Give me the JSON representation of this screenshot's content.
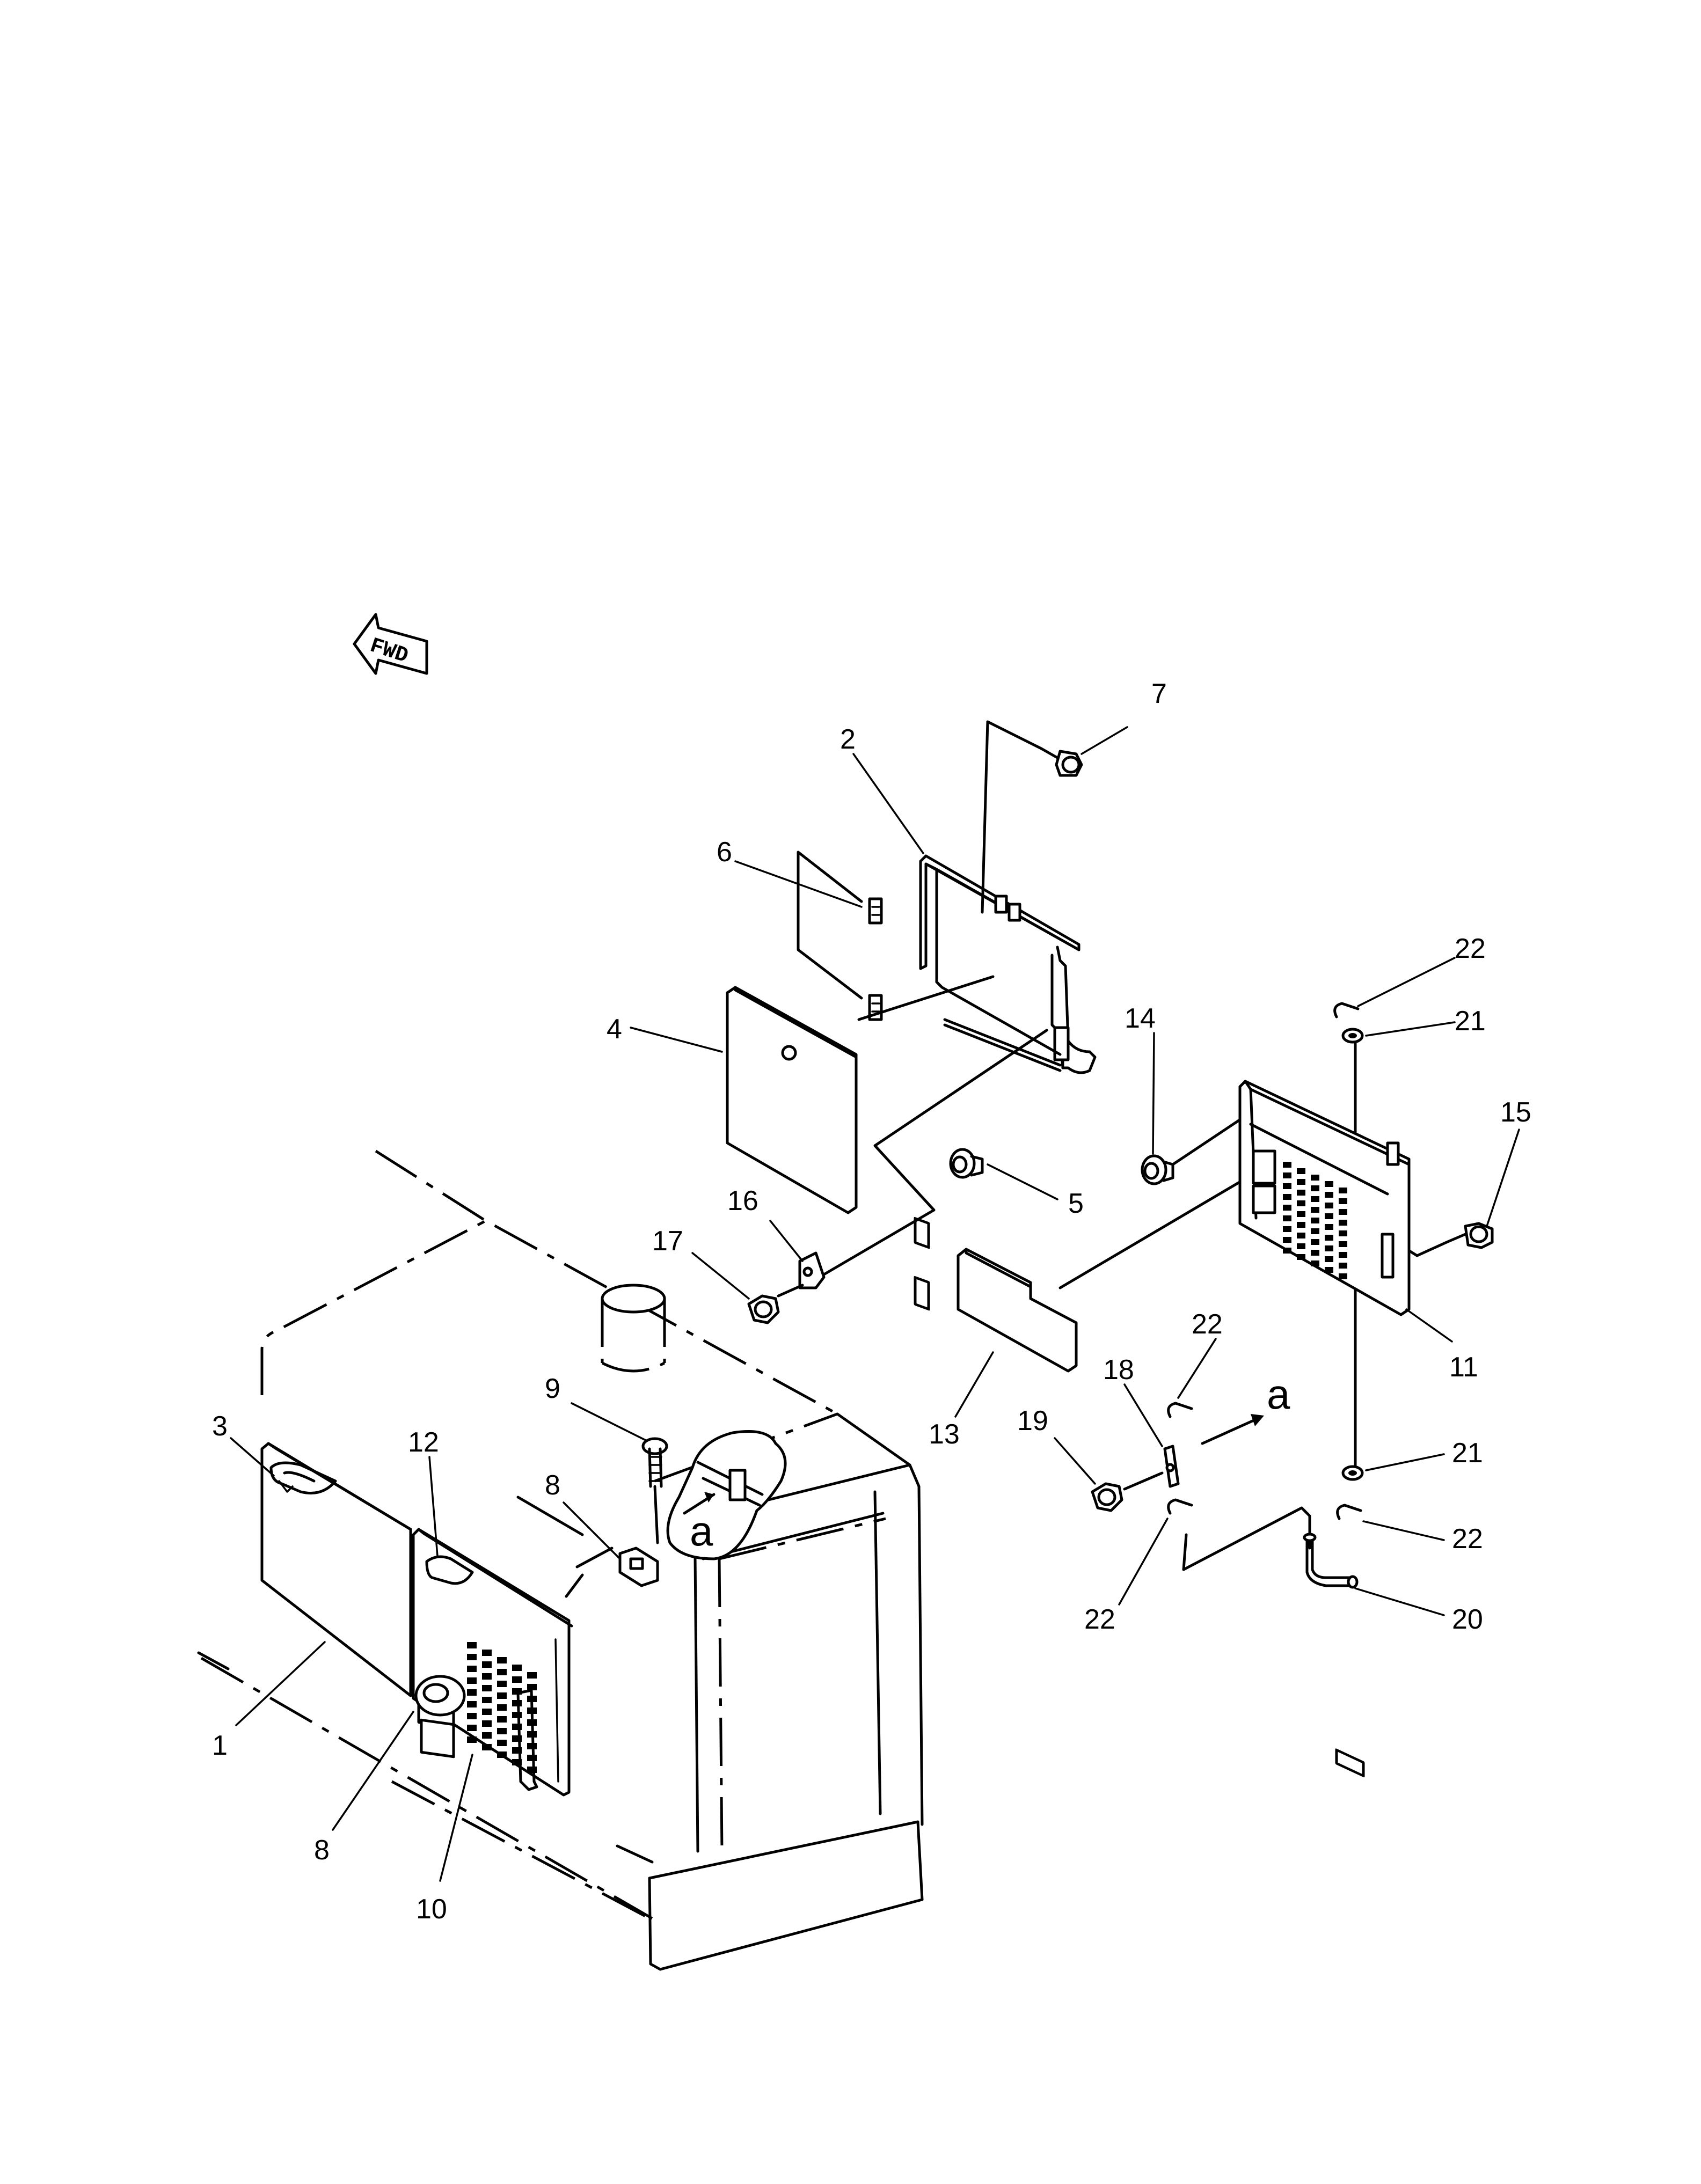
{
  "direction_arrow": {
    "label": "FWD"
  },
  "detail_marker": "a",
  "callouts": [
    {
      "id": "c1",
      "label": "1"
    },
    {
      "id": "c2",
      "label": "2"
    },
    {
      "id": "c3",
      "label": "3"
    },
    {
      "id": "c4",
      "label": "4"
    },
    {
      "id": "c5",
      "label": "5"
    },
    {
      "id": "c6",
      "label": "6"
    },
    {
      "id": "c7",
      "label": "7"
    },
    {
      "id": "c8a",
      "label": "8"
    },
    {
      "id": "c8b",
      "label": "8"
    },
    {
      "id": "c9",
      "label": "9"
    },
    {
      "id": "c10",
      "label": "10"
    },
    {
      "id": "c11",
      "label": "11"
    },
    {
      "id": "c12",
      "label": "12"
    },
    {
      "id": "c13",
      "label": "13"
    },
    {
      "id": "c14",
      "label": "14"
    },
    {
      "id": "c15",
      "label": "15"
    },
    {
      "id": "c16",
      "label": "16"
    },
    {
      "id": "c17",
      "label": "17"
    },
    {
      "id": "c18",
      "label": "18"
    },
    {
      "id": "c19",
      "label": "19"
    },
    {
      "id": "c20",
      "label": "20"
    },
    {
      "id": "c21a",
      "label": "21"
    },
    {
      "id": "c21b",
      "label": "21"
    },
    {
      "id": "c22a",
      "label": "22"
    },
    {
      "id": "c22b",
      "label": "22"
    },
    {
      "id": "c22c",
      "label": "22"
    },
    {
      "id": "c22d",
      "label": "22"
    }
  ]
}
